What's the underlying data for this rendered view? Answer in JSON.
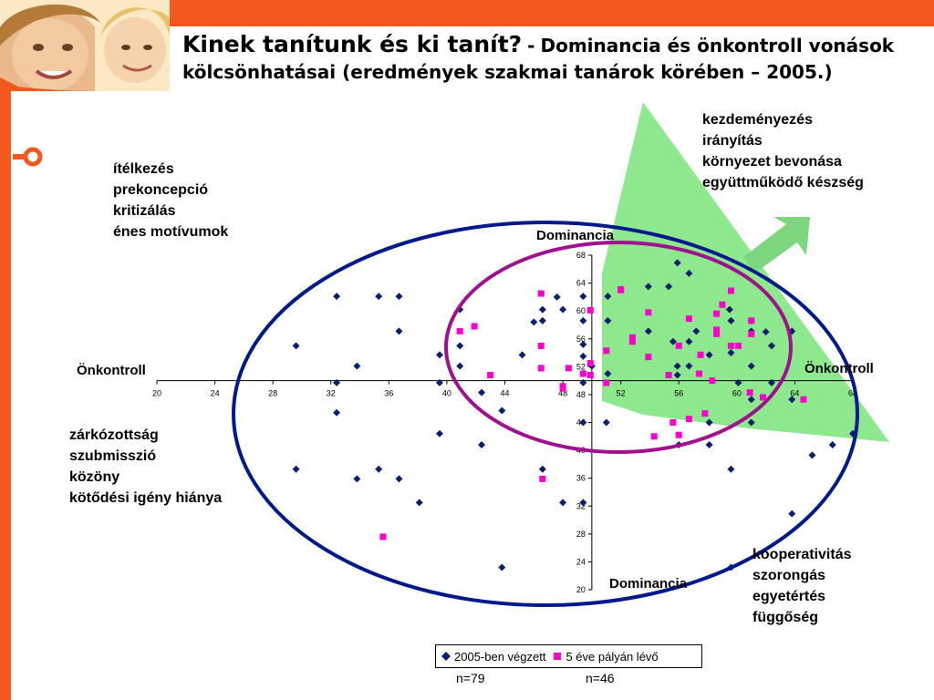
{
  "slide": {
    "title_main": "Kinek tanítunk és ki tanít?",
    "title_sub": "Dominancia és önkontroll vonások kölcsönhatásai (eredmények szakmai tanárok körében – 2005.)"
  },
  "quadrants": {
    "top_left": [
      "ítélkezés",
      "prekoncepció",
      "kritizálás",
      "énes motívumok"
    ],
    "top_right": [
      "kezdeményezés",
      "irányítás",
      "környezet bevonása",
      "együttműködő készség"
    ],
    "bottom_left": [
      "zárkózottság",
      "szubmisszió",
      "közöny",
      "kötődési igény hiánya"
    ],
    "bottom_right": [
      "kooperativitás",
      "szorongás",
      "egyetértés",
      "függőség"
    ]
  },
  "axes": {
    "x_left_label": "Önkontroll",
    "x_right_label": "Önkontroll",
    "y_top_label": "Dominancia",
    "y_bottom_label": "Dominancia"
  },
  "legend": {
    "series1_label": "2005-ben végzett",
    "series2_label": "5 éve pályán lévő",
    "n1": "n=79",
    "n2": "n=46"
  },
  "colors": {
    "accent_orange": "#f4581f",
    "series1": "#0a1f6e",
    "series2": "#ff00cc",
    "ellipse_blue": "#001a8c",
    "ellipse_magenta": "#a0108f",
    "wedge_green": "#8ee88e",
    "arrow_green": "#7ed67e"
  },
  "chart_data": {
    "type": "scatter",
    "xlim": [
      20,
      68
    ],
    "ylim": [
      20,
      68
    ],
    "x_ticks": [
      20,
      24,
      28,
      32,
      36,
      40,
      44,
      48,
      52,
      56,
      60,
      64,
      68
    ],
    "y_ticks": [
      20,
      24,
      28,
      32,
      36,
      40,
      44,
      48,
      52,
      56,
      60,
      64,
      68
    ],
    "x_crosses_at": 50,
    "y_crosses_at": 50,
    "legend_position": "bottom",
    "series": [
      {
        "name": "2005-ben végzett",
        "marker": "diamond",
        "points": [
          [
            29.6,
            55.0
          ],
          [
            32.4,
            62.1
          ],
          [
            35.3,
            62.1
          ],
          [
            36.7,
            62.1
          ],
          [
            36.7,
            57.1
          ],
          [
            33.8,
            52.1
          ],
          [
            32.4,
            49.7
          ],
          [
            32.4,
            45.4
          ],
          [
            39.5,
            53.7
          ],
          [
            39.5,
            49.7
          ],
          [
            40.9,
            60.2
          ],
          [
            40.9,
            55.0
          ],
          [
            40.9,
            52.1
          ],
          [
            42.4,
            48.3
          ],
          [
            45.2,
            53.7
          ],
          [
            46.6,
            60.2
          ],
          [
            46.6,
            58.6
          ],
          [
            48.0,
            60.2
          ],
          [
            49.4,
            62.1
          ],
          [
            49.4,
            58.6
          ],
          [
            49.4,
            55.2
          ],
          [
            49.4,
            53.5
          ],
          [
            49.4,
            51.0
          ],
          [
            49.4,
            49.7
          ],
          [
            43.8,
            45.7
          ],
          [
            39.5,
            42.4
          ],
          [
            42.4,
            40.8
          ],
          [
            29.6,
            37.3
          ],
          [
            33.8,
            35.9
          ],
          [
            35.3,
            37.3
          ],
          [
            36.7,
            35.9
          ],
          [
            38.1,
            32.5
          ],
          [
            46.6,
            37.3
          ],
          [
            48.0,
            32.5
          ],
          [
            49.4,
            32.5
          ],
          [
            43.8,
            23.2
          ],
          [
            51.1,
            62.1
          ],
          [
            51.1,
            58.6
          ],
          [
            51.1,
            51.0
          ],
          [
            53.9,
            63.5
          ],
          [
            53.9,
            57.1
          ],
          [
            55.3,
            63.5
          ],
          [
            55.9,
            66.9
          ],
          [
            56.7,
            65.4
          ],
          [
            55.6,
            55.6
          ],
          [
            56.7,
            55.6
          ],
          [
            55.9,
            52.1
          ],
          [
            55.9,
            50.8
          ],
          [
            56.7,
            52.1
          ],
          [
            58.1,
            53.7
          ],
          [
            58.1,
            44.0
          ],
          [
            58.1,
            40.8
          ],
          [
            57.2,
            57.1
          ],
          [
            59.6,
            58.6
          ],
          [
            59.6,
            54.0
          ],
          [
            59.5,
            60.2
          ],
          [
            61.0,
            58.6
          ],
          [
            61.0,
            57.1
          ],
          [
            61.0,
            52.1
          ],
          [
            61.0,
            47.3
          ],
          [
            61.0,
            44.0
          ],
          [
            62.4,
            49.7
          ],
          [
            62.4,
            55.0
          ],
          [
            63.8,
            57.1
          ],
          [
            63.8,
            47.3
          ],
          [
            63.8,
            30.9
          ],
          [
            65.2,
            39.3
          ],
          [
            66.6,
            40.8
          ],
          [
            68.0,
            42.4
          ],
          [
            59.6,
            37.3
          ],
          [
            59.6,
            23.2
          ],
          [
            56.0,
            40.8
          ],
          [
            51.0,
            44.0
          ],
          [
            49.4,
            44.0
          ],
          [
            50.0,
            52.1
          ],
          [
            60.1,
            49.7
          ],
          [
            62.0,
            57.0
          ],
          [
            47.6,
            62.0
          ],
          [
            46.0,
            58.4
          ]
        ]
      },
      {
        "name": "5 éve pályán lévő",
        "marker": "square",
        "points": [
          [
            35.6,
            27.6
          ],
          [
            40.9,
            57.1
          ],
          [
            41.9,
            57.8
          ],
          [
            43.0,
            50.8
          ],
          [
            46.5,
            62.5
          ],
          [
            46.5,
            55.0
          ],
          [
            46.5,
            51.8
          ],
          [
            48.0,
            49.2
          ],
          [
            48.4,
            51.8
          ],
          [
            49.4,
            51.0
          ],
          [
            49.9,
            60.1
          ],
          [
            49.9,
            52.5
          ],
          [
            49.9,
            50.8
          ],
          [
            51.0,
            49.7
          ],
          [
            51.0,
            54.3
          ],
          [
            52.0,
            63.1
          ],
          [
            52.8,
            55.6
          ],
          [
            52.8,
            56.2
          ],
          [
            53.9,
            59.8
          ],
          [
            53.9,
            53.4
          ],
          [
            55.3,
            50.8
          ],
          [
            56.0,
            55.0
          ],
          [
            56.7,
            58.9
          ],
          [
            57.4,
            51.0
          ],
          [
            58.6,
            59.6
          ],
          [
            58.6,
            57.3
          ],
          [
            58.6,
            56.7
          ],
          [
            59.6,
            55.0
          ],
          [
            59.6,
            62.9
          ],
          [
            60.1,
            55.0
          ],
          [
            61.0,
            58.6
          ],
          [
            61.0,
            56.7
          ],
          [
            61.8,
            47.6
          ],
          [
            64.6,
            47.3
          ],
          [
            56.7,
            44.5
          ],
          [
            55.6,
            44.0
          ],
          [
            54.3,
            42.0
          ],
          [
            56.0,
            42.2
          ],
          [
            46.6,
            35.9
          ],
          [
            48.0,
            48.9
          ],
          [
            57.5,
            53.7
          ],
          [
            57.8,
            45.3
          ],
          [
            59.0,
            60.9
          ],
          [
            60.9,
            48.3
          ],
          [
            58.3,
            50.0
          ],
          [
            52.0,
            63.0
          ]
        ]
      }
    ]
  }
}
